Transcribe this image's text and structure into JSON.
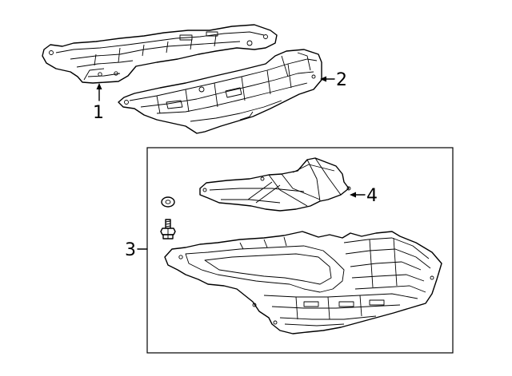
{
  "diagram": {
    "callouts": [
      {
        "id": "c1",
        "label": "1"
      },
      {
        "id": "c2",
        "label": "2"
      },
      {
        "id": "c3",
        "label": "3"
      },
      {
        "id": "c4",
        "label": "4"
      }
    ],
    "colors": {
      "line": "#000000",
      "background": "#ffffff"
    }
  }
}
